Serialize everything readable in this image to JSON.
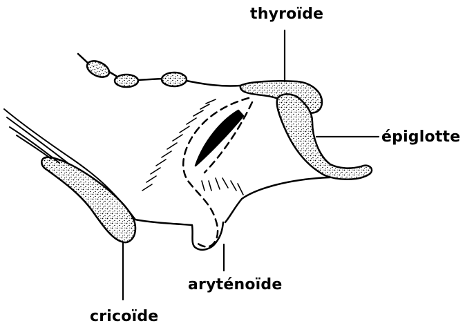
{
  "labels": {
    "thyroide": "thyroïde",
    "epiglotte": "épiglotte",
    "arytenoide": "aryténoïde",
    "cricoide": "cricoïde"
  },
  "colors": {
    "ink": "#000000",
    "paper": "#ffffff"
  }
}
